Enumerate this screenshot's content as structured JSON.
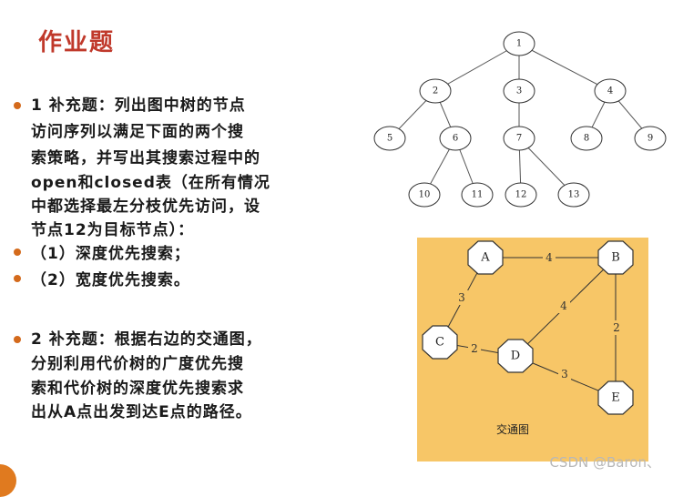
{
  "title": "作业题",
  "problem1": {
    "lines": [
      "1 补充题：列出图中树的节点",
      "访问序列以满足下面的两个搜",
      "索策略，并写出其搜索过程中的",
      "open和closed表（在所有情况",
      "中都选择最左分枝优先访问，设",
      "节点12为目标节点）："
    ],
    "subitems": [
      "（1）深度优先搜索；",
      "（2）宽度优先搜索。"
    ]
  },
  "problem2": {
    "lines": [
      "2 补充题：根据右边的交通图，",
      "分别利用代价树的广度优先搜",
      "索和代价树的深度优先搜索求",
      "出从A点出发到达E点的路径。"
    ]
  },
  "tree": {
    "nodes": [
      "1",
      "2",
      "3",
      "4",
      "5",
      "6",
      "7",
      "8",
      "9",
      "10",
      "11",
      "12",
      "13"
    ]
  },
  "graph": {
    "nodes": [
      "A",
      "B",
      "C",
      "D",
      "E"
    ],
    "edge_weights": {
      "AB": "4",
      "AC": "3",
      "BD": "4",
      "BE": "2",
      "CD": "2",
      "DE": "3"
    },
    "caption": "交通图",
    "background_color": "#f7c667"
  },
  "watermark": "CSDN @Baron、"
}
